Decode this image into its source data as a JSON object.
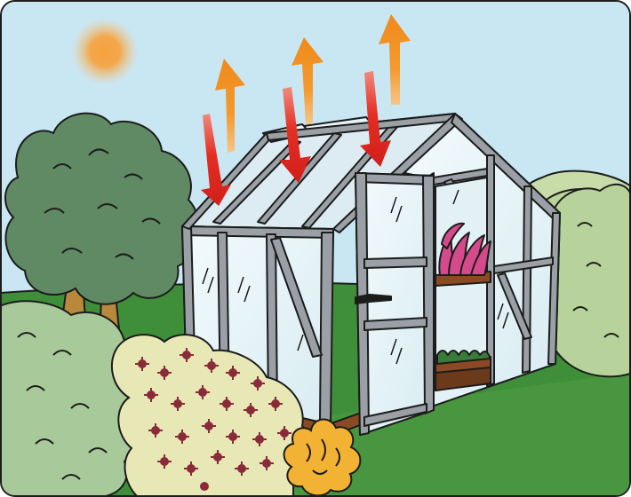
{
  "scene": {
    "subject": "greenhouse-in-garden",
    "colors": {
      "sky": "#c9e6f3",
      "sun": "#f7a13b",
      "grass": "#3f8f3a",
      "frame": "#9aa0a6",
      "glass": "#e6f2f6",
      "tree_dark": "#5f8a63",
      "bush_light": "#b7d39b",
      "flowers_bush": "#e8e7b6",
      "flower_petal": "#8a2b3a",
      "plant_pink": "#d44a8a",
      "orange_flower": "#f2b233",
      "arrow_in": "#e52d22",
      "arrow_out": "#f39a2c",
      "outline": "#1c1c1c"
    },
    "arrows": {
      "incoming_count": 3,
      "outgoing_count": 3,
      "incoming_icon": "red-down-arrow",
      "outgoing_icon": "orange-up-arrow"
    }
  }
}
